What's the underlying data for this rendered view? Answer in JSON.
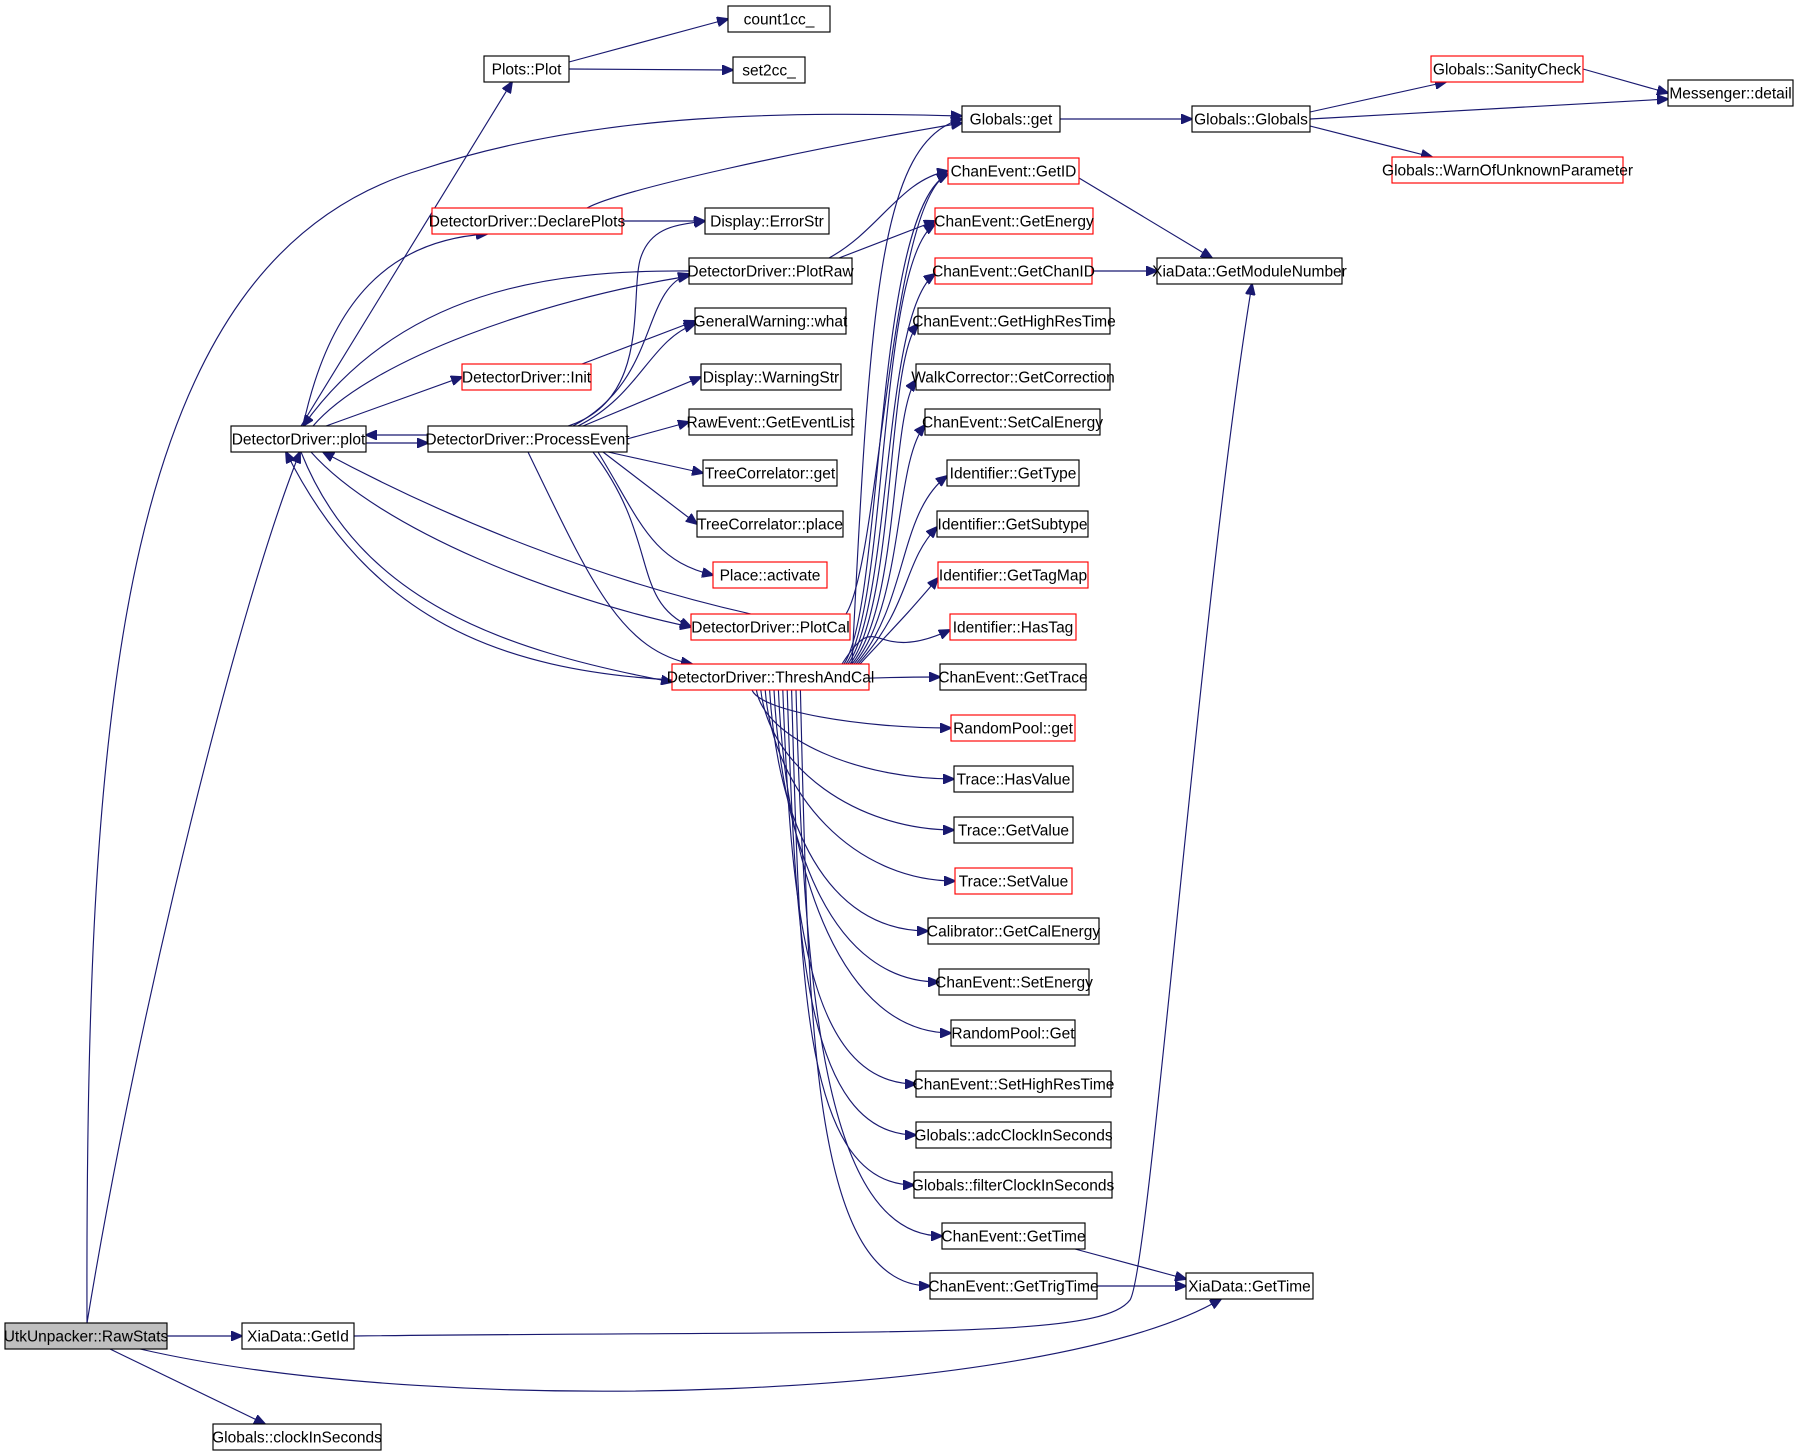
{
  "diagram": {
    "type": "call-graph",
    "style": {
      "edge_color": "#191970",
      "normal_border": "#000000",
      "truncated_border": "#ff0000",
      "root_fill": "#bfbfbf",
      "node_fill": "#ffffff"
    },
    "nodes": [
      {
        "id": "rawstats",
        "label": "UtkUnpacker::RawStats",
        "kind": "root"
      },
      {
        "id": "plots_plot",
        "label": "Plots::Plot",
        "kind": "normal"
      },
      {
        "id": "count1cc",
        "label": "count1cc_",
        "kind": "normal"
      },
      {
        "id": "set2cc",
        "label": "set2cc_",
        "kind": "normal"
      },
      {
        "id": "globals_get",
        "label": "Globals::get",
        "kind": "normal"
      },
      {
        "id": "globals_globals",
        "label": "Globals::Globals",
        "kind": "normal"
      },
      {
        "id": "sanitycheck",
        "label": "Globals::SanityCheck",
        "kind": "truncated"
      },
      {
        "id": "messenger_detail",
        "label": "Messenger::detail",
        "kind": "normal"
      },
      {
        "id": "warnunknown",
        "label": "Globals::WarnOfUnknownParameter",
        "kind": "truncated"
      },
      {
        "id": "declareplots",
        "label": "DetectorDriver::DeclarePlots",
        "kind": "truncated"
      },
      {
        "id": "errorstr",
        "label": "Display::ErrorStr",
        "kind": "normal"
      },
      {
        "id": "chan_getid",
        "label": "ChanEvent::GetID",
        "kind": "truncated"
      },
      {
        "id": "chan_getenergy",
        "label": "ChanEvent::GetEnergy",
        "kind": "truncated"
      },
      {
        "id": "plotraw",
        "label": "DetectorDriver::PlotRaw",
        "kind": "normal"
      },
      {
        "id": "chan_getchanid",
        "label": "ChanEvent::GetChanID",
        "kind": "truncated"
      },
      {
        "id": "xia_getmodule",
        "label": "XiaData::GetModuleNumber",
        "kind": "normal"
      },
      {
        "id": "gw_what",
        "label": "GeneralWarning::what",
        "kind": "normal"
      },
      {
        "id": "chan_gethighres",
        "label": "ChanEvent::GetHighResTime",
        "kind": "normal"
      },
      {
        "id": "dd_init",
        "label": "DetectorDriver::Init",
        "kind": "truncated"
      },
      {
        "id": "warningstr",
        "label": "Display::WarningStr",
        "kind": "normal"
      },
      {
        "id": "walk_getcorr",
        "label": "WalkCorrector::GetCorrection",
        "kind": "normal"
      },
      {
        "id": "dd_plot",
        "label": "DetectorDriver::plot",
        "kind": "normal"
      },
      {
        "id": "processevent",
        "label": "DetectorDriver::ProcessEvent",
        "kind": "normal"
      },
      {
        "id": "raw_geteventlist",
        "label": "RawEvent::GetEventList",
        "kind": "normal"
      },
      {
        "id": "chan_setcalenergy",
        "label": "ChanEvent::SetCalEnergy",
        "kind": "normal"
      },
      {
        "id": "tree_get",
        "label": "TreeCorrelator::get",
        "kind": "normal"
      },
      {
        "id": "id_gettype",
        "label": "Identifier::GetType",
        "kind": "normal"
      },
      {
        "id": "tree_place",
        "label": "TreeCorrelator::place",
        "kind": "normal"
      },
      {
        "id": "id_getsubtype",
        "label": "Identifier::GetSubtype",
        "kind": "normal"
      },
      {
        "id": "place_activate",
        "label": "Place::activate",
        "kind": "truncated"
      },
      {
        "id": "id_gettagmap",
        "label": "Identifier::GetTagMap",
        "kind": "truncated"
      },
      {
        "id": "plotcal",
        "label": "DetectorDriver::PlotCal",
        "kind": "truncated"
      },
      {
        "id": "id_hastag",
        "label": "Identifier::HasTag",
        "kind": "truncated"
      },
      {
        "id": "threshcal",
        "label": "DetectorDriver::ThreshAndCal",
        "kind": "truncated"
      },
      {
        "id": "chan_gettrace",
        "label": "ChanEvent::GetTrace",
        "kind": "normal"
      },
      {
        "id": "rp_get",
        "label": "RandomPool::get",
        "kind": "truncated"
      },
      {
        "id": "trace_hasvalue",
        "label": "Trace::HasValue",
        "kind": "normal"
      },
      {
        "id": "trace_getvalue",
        "label": "Trace::GetValue",
        "kind": "normal"
      },
      {
        "id": "trace_setvalue",
        "label": "Trace::SetValue",
        "kind": "truncated"
      },
      {
        "id": "calib_getcal",
        "label": "Calibrator::GetCalEnergy",
        "kind": "normal"
      },
      {
        "id": "chan_setenergy",
        "label": "ChanEvent::SetEnergy",
        "kind": "normal"
      },
      {
        "id": "rp_Get",
        "label": "RandomPool::Get",
        "kind": "normal"
      },
      {
        "id": "chan_sethighres",
        "label": "ChanEvent::SetHighResTime",
        "kind": "normal"
      },
      {
        "id": "g_adcclock",
        "label": "Globals::adcClockInSeconds",
        "kind": "normal"
      },
      {
        "id": "g_filterclock",
        "label": "Globals::filterClockInSeconds",
        "kind": "normal"
      },
      {
        "id": "chan_gettime",
        "label": "ChanEvent::GetTime",
        "kind": "normal"
      },
      {
        "id": "chan_gettrigtime",
        "label": "ChanEvent::GetTrigTime",
        "kind": "normal"
      },
      {
        "id": "xia_gettime",
        "label": "XiaData::GetTime",
        "kind": "normal"
      },
      {
        "id": "xia_getid",
        "label": "XiaData::GetId",
        "kind": "normal"
      },
      {
        "id": "g_clockinseconds",
        "label": "Globals::clockInSeconds",
        "kind": "normal"
      }
    ],
    "edges": [
      [
        "rawstats",
        "globals_get"
      ],
      [
        "rawstats",
        "dd_plot"
      ],
      [
        "rawstats",
        "xia_getid"
      ],
      [
        "rawstats",
        "xia_gettime"
      ],
      [
        "rawstats",
        "g_clockinseconds"
      ],
      [
        "plots_plot",
        "count1cc"
      ],
      [
        "plots_plot",
        "set2cc"
      ],
      [
        "globals_get",
        "globals_globals"
      ],
      [
        "globals_globals",
        "sanitycheck"
      ],
      [
        "globals_globals",
        "messenger_detail"
      ],
      [
        "globals_globals",
        "warnunknown"
      ],
      [
        "sanitycheck",
        "messenger_detail"
      ],
      [
        "declareplots",
        "globals_get"
      ],
      [
        "declareplots",
        "errorstr"
      ],
      [
        "dd_plot",
        "plots_plot"
      ],
      [
        "dd_plot",
        "declareplots"
      ],
      [
        "dd_plot",
        "plotraw"
      ],
      [
        "dd_plot",
        "dd_init"
      ],
      [
        "dd_plot",
        "processevent"
      ],
      [
        "dd_plot",
        "plotcal"
      ],
      [
        "dd_plot",
        "threshcal"
      ],
      [
        "dd_init",
        "gw_what"
      ],
      [
        "processevent",
        "dd_plot"
      ],
      [
        "processevent",
        "errorstr"
      ],
      [
        "processevent",
        "plotraw"
      ],
      [
        "processevent",
        "gw_what"
      ],
      [
        "processevent",
        "warningstr"
      ],
      [
        "processevent",
        "raw_geteventlist"
      ],
      [
        "processevent",
        "tree_get"
      ],
      [
        "processevent",
        "tree_place"
      ],
      [
        "processevent",
        "place_activate"
      ],
      [
        "processevent",
        "plotcal"
      ],
      [
        "processevent",
        "threshcal"
      ],
      [
        "plotraw",
        "dd_plot"
      ],
      [
        "plotraw",
        "chan_getid"
      ],
      [
        "plotraw",
        "chan_getenergy"
      ],
      [
        "plotcal",
        "dd_plot"
      ],
      [
        "plotcal",
        "chan_getid"
      ],
      [
        "threshcal",
        "dd_plot"
      ],
      [
        "threshcal",
        "globals_get"
      ],
      [
        "threshcal",
        "chan_getid"
      ],
      [
        "threshcal",
        "chan_getenergy"
      ],
      [
        "threshcal",
        "chan_getchanid"
      ],
      [
        "threshcal",
        "chan_gethighres"
      ],
      [
        "threshcal",
        "walk_getcorr"
      ],
      [
        "threshcal",
        "chan_setcalenergy"
      ],
      [
        "threshcal",
        "id_gettype"
      ],
      [
        "threshcal",
        "id_getsubtype"
      ],
      [
        "threshcal",
        "id_gettagmap"
      ],
      [
        "threshcal",
        "id_hastag"
      ],
      [
        "threshcal",
        "chan_gettrace"
      ],
      [
        "threshcal",
        "rp_get"
      ],
      [
        "threshcal",
        "trace_hasvalue"
      ],
      [
        "threshcal",
        "trace_getvalue"
      ],
      [
        "threshcal",
        "trace_setvalue"
      ],
      [
        "threshcal",
        "calib_getcal"
      ],
      [
        "threshcal",
        "chan_setenergy"
      ],
      [
        "threshcal",
        "rp_Get"
      ],
      [
        "threshcal",
        "chan_sethighres"
      ],
      [
        "threshcal",
        "g_adcclock"
      ],
      [
        "threshcal",
        "g_filterclock"
      ],
      [
        "threshcal",
        "chan_gettime"
      ],
      [
        "threshcal",
        "chan_gettrigtime"
      ],
      [
        "chan_getid",
        "xia_getmodule"
      ],
      [
        "chan_getchanid",
        "xia_getmodule"
      ],
      [
        "chan_gettime",
        "xia_gettime"
      ],
      [
        "chan_gettrigtime",
        "xia_gettime"
      ],
      [
        "xia_getid",
        "xia_getmodule"
      ]
    ]
  }
}
